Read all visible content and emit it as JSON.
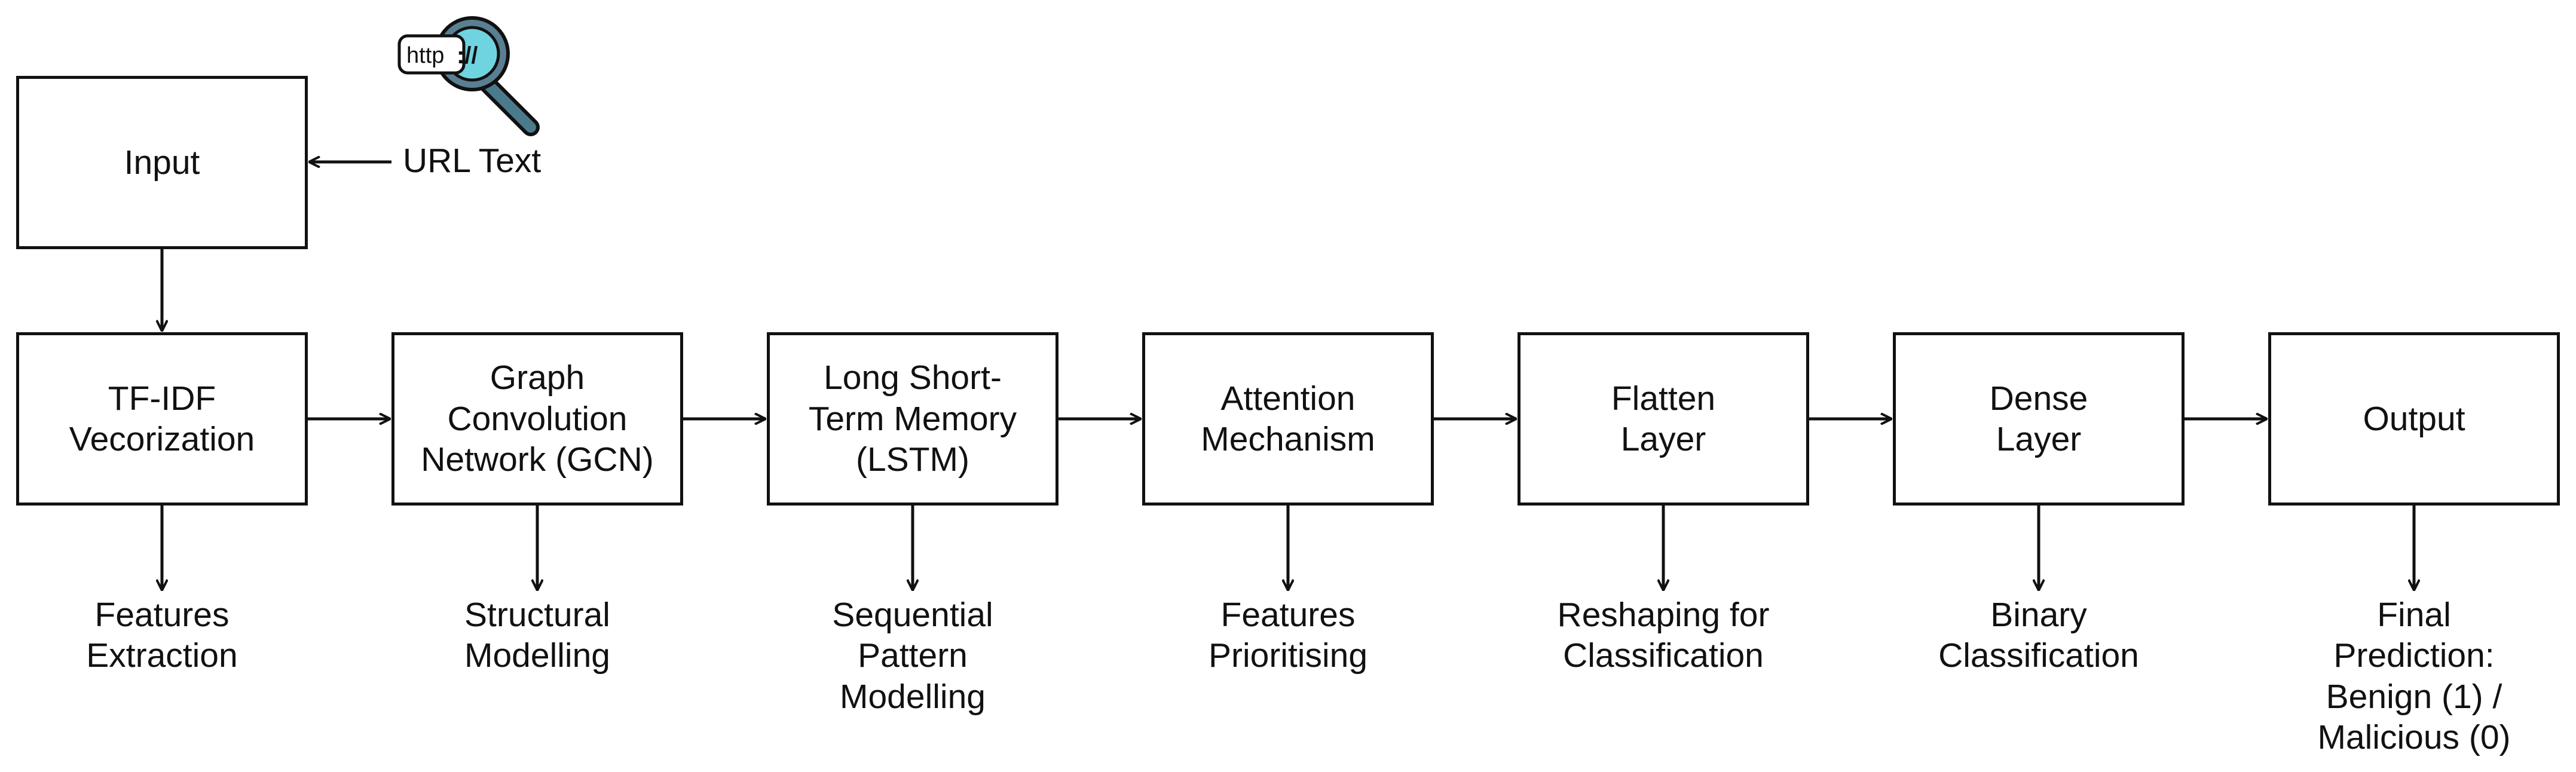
{
  "input": {
    "label": "Input",
    "source_label": "URL Text",
    "icon": "magnifier-url-icon",
    "icon_text": "http",
    "icon_slashes": "://"
  },
  "pipeline": [
    {
      "label": "TF-IDF\nVecorization",
      "caption": "Features\nExtraction"
    },
    {
      "label": "Graph\nConvolution\nNetwork (GCN)",
      "caption": "Structural\nModelling"
    },
    {
      "label": "Long Short-\nTerm Memory\n(LSTM)",
      "caption": "Sequential\nPattern\nModelling"
    },
    {
      "label": "Attention\nMechanism",
      "caption": "Features\nPrioritising"
    },
    {
      "label": "Flatten\nLayer",
      "caption": "Reshaping for\nClassification"
    },
    {
      "label": "Dense\nLayer",
      "caption": "Binary\nClassification"
    },
    {
      "label": "Output",
      "caption": "Final\nPrediction:\nBenign (1) /\nMalicious (0)"
    }
  ],
  "colors": {
    "stroke": "#111111",
    "icon_lens": "#6fd3e0",
    "icon_handle": "#4a7a8c"
  }
}
